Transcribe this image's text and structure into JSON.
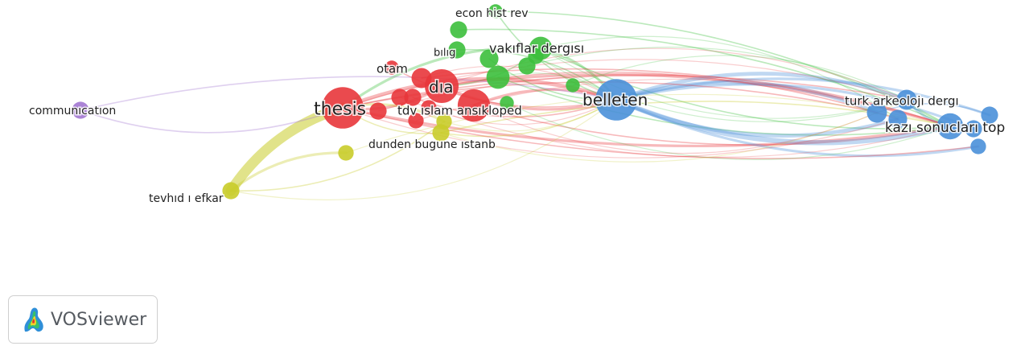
{
  "app": {
    "brand": "VOSviewer"
  },
  "clusters": [
    {
      "id": "red",
      "color": "#e8363b"
    },
    {
      "id": "green",
      "color": "#3cbf3c"
    },
    {
      "id": "blue",
      "color": "#4a90d9"
    },
    {
      "id": "yellow",
      "color": "#c9cc2a"
    },
    {
      "id": "purple",
      "color": "#a277d2"
    }
  ],
  "nodes": [
    {
      "label": "thesis",
      "cluster": "red",
      "weight": 24
    },
    {
      "label": "dıa",
      "cluster": "red",
      "weight": 19
    },
    {
      "label": "otam",
      "cluster": "red",
      "weight": 6
    },
    {
      "label": "tdv ıslam ansıkloped",
      "cluster": "red",
      "weight": 18
    },
    {
      "label": "",
      "cluster": "red",
      "weight": 10
    },
    {
      "label": "",
      "cluster": "red",
      "weight": 8
    },
    {
      "label": "",
      "cluster": "red",
      "weight": 8
    },
    {
      "label": "",
      "cluster": "red",
      "weight": 7
    },
    {
      "label": "",
      "cluster": "red",
      "weight": 8
    },
    {
      "label": "",
      "cluster": "red",
      "weight": 7
    },
    {
      "label": "vakıflar dergısı",
      "cluster": "green",
      "weight": 12
    },
    {
      "label": "econ hist rev",
      "cluster": "green",
      "weight": 6
    },
    {
      "label": "bılıg",
      "cluster": "green",
      "weight": 8
    },
    {
      "label": "",
      "cluster": "green",
      "weight": 12
    },
    {
      "label": "",
      "cluster": "green",
      "weight": 9
    },
    {
      "label": "",
      "cluster": "green",
      "weight": 8
    },
    {
      "label": "",
      "cluster": "green",
      "weight": 8
    },
    {
      "label": "",
      "cluster": "green",
      "weight": 7
    },
    {
      "label": "",
      "cluster": "green",
      "weight": 6
    },
    {
      "label": "",
      "cluster": "green",
      "weight": 6
    },
    {
      "label": "belleten",
      "cluster": "blue",
      "weight": 24
    },
    {
      "label": "turk arkeolojı dergı",
      "cluster": "blue",
      "weight": 10
    },
    {
      "label": "kazı sonucları top",
      "cluster": "blue",
      "weight": 14
    },
    {
      "label": "",
      "cluster": "blue",
      "weight": 10
    },
    {
      "label": "",
      "cluster": "blue",
      "weight": 9
    },
    {
      "label": "",
      "cluster": "blue",
      "weight": 8
    },
    {
      "label": "",
      "cluster": "blue",
      "weight": 7
    },
    {
      "label": "",
      "cluster": "blue",
      "weight": 8
    },
    {
      "label": "dunden bugune ıstanb",
      "cluster": "yellow",
      "weight": 8
    },
    {
      "label": "tevhıd ı efkar",
      "cluster": "yellow",
      "weight": 8
    },
    {
      "label": "",
      "cluster": "yellow",
      "weight": 7
    },
    {
      "label": "",
      "cluster": "yellow",
      "weight": 7
    },
    {
      "label": "communıcatıon",
      "cluster": "purple",
      "weight": 8
    }
  ],
  "links": [
    {
      "from": 0,
      "to": 29,
      "cluster": "yellow",
      "strength": 8
    },
    {
      "from": 0,
      "to": 20,
      "cluster": "red",
      "strength": 3
    },
    {
      "from": 0,
      "to": 22,
      "cluster": "red",
      "strength": 2
    },
    {
      "from": 0,
      "to": 32,
      "cluster": "purple",
      "strength": 1
    },
    {
      "from": 0,
      "to": 1,
      "cluster": "red",
      "strength": 2
    },
    {
      "from": 0,
      "to": 10,
      "cluster": "green",
      "strength": 2
    },
    {
      "from": 0,
      "to": 28,
      "cluster": "yellow",
      "strength": 1
    },
    {
      "from": 0,
      "to": 21,
      "cluster": "red",
      "strength": 1
    },
    {
      "from": 1,
      "to": 20,
      "cluster": "red",
      "strength": 2
    },
    {
      "from": 1,
      "to": 22,
      "cluster": "red",
      "strength": 2
    },
    {
      "from": 1,
      "to": 10,
      "cluster": "green",
      "strength": 1
    },
    {
      "from": 3,
      "to": 20,
      "cluster": "red",
      "strength": 2
    },
    {
      "from": 3,
      "to": 22,
      "cluster": "red",
      "strength": 1
    },
    {
      "from": 10,
      "to": 20,
      "cluster": "green",
      "strength": 2
    },
    {
      "from": 10,
      "to": 22,
      "cluster": "green",
      "strength": 1
    },
    {
      "from": 11,
      "to": 22,
      "cluster": "green",
      "strength": 1
    },
    {
      "from": 11,
      "to": 20,
      "cluster": "green",
      "strength": 1
    },
    {
      "from": 12,
      "to": 20,
      "cluster": "green",
      "strength": 1
    },
    {
      "from": 13,
      "to": 22,
      "cluster": "green",
      "strength": 1
    },
    {
      "from": 20,
      "to": 21,
      "cluster": "blue",
      "strength": 3
    },
    {
      "from": 20,
      "to": 22,
      "cluster": "blue",
      "strength": 4
    },
    {
      "from": 20,
      "to": 23,
      "cluster": "blue",
      "strength": 3
    },
    {
      "from": 20,
      "to": 24,
      "cluster": "blue",
      "strength": 3
    },
    {
      "from": 20,
      "to": 25,
      "cluster": "blue",
      "strength": 2
    },
    {
      "from": 20,
      "to": 26,
      "cluster": "blue",
      "strength": 2
    },
    {
      "from": 20,
      "to": 27,
      "cluster": "blue",
      "strength": 2
    },
    {
      "from": 21,
      "to": 22,
      "cluster": "blue",
      "strength": 2
    },
    {
      "from": 23,
      "to": 25,
      "cluster": "blue",
      "strength": 1
    },
    {
      "from": 28,
      "to": 20,
      "cluster": "yellow",
      "strength": 1
    },
    {
      "from": 28,
      "to": 22,
      "cluster": "yellow",
      "strength": 1
    },
    {
      "from": 30,
      "to": 29,
      "cluster": "yellow",
      "strength": 2
    },
    {
      "from": 31,
      "to": 29,
      "cluster": "yellow",
      "strength": 1
    },
    {
      "from": 31,
      "to": 0,
      "cluster": "yellow",
      "strength": 2
    },
    {
      "from": 32,
      "to": 20,
      "cluster": "purple",
      "strength": 1
    },
    {
      "from": 2,
      "to": 20,
      "cluster": "red",
      "strength": 1
    },
    {
      "from": 4,
      "to": 22,
      "cluster": "red",
      "strength": 1
    },
    {
      "from": 14,
      "to": 20,
      "cluster": "green",
      "strength": 1
    },
    {
      "from": 15,
      "to": 22,
      "cluster": "green",
      "strength": 1
    },
    {
      "from": 5,
      "to": 20,
      "cluster": "red",
      "strength": 1
    },
    {
      "from": 0,
      "to": 23,
      "cluster": "red",
      "strength": 1
    },
    {
      "from": 0,
      "to": 26,
      "cluster": "red",
      "strength": 1
    },
    {
      "from": 1,
      "to": 24,
      "cluster": "red",
      "strength": 1
    }
  ]
}
